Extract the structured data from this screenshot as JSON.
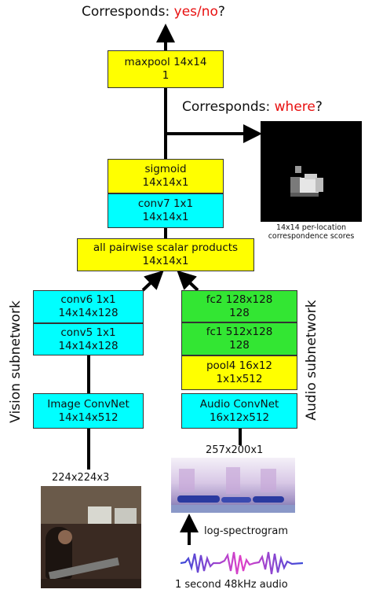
{
  "top_question": {
    "prefix": "Corresponds: ",
    "highlight": "yes/no",
    "suffix": "?"
  },
  "where_question": {
    "prefix": "Corresponds: ",
    "highlight": "where",
    "suffix": "?"
  },
  "colors": {
    "yellow": "#ffff00",
    "cyan": "#00ffff",
    "green": "#33e633",
    "highlight": "#e81010"
  },
  "fusion": {
    "maxpool": {
      "line1": "maxpool 14x14",
      "line2": "1"
    },
    "sigmoid": {
      "line1": "sigmoid",
      "line2": "14x14x1"
    },
    "conv7": {
      "line1": "conv7 1x1",
      "line2": "14x14x1"
    },
    "products": {
      "line1": "all pairwise scalar products",
      "line2": "14x14x1"
    }
  },
  "heatmap": {
    "caption_line1": "14x14 per-location",
    "caption_line2": "correspondence scores"
  },
  "vision": {
    "title": "Vision subnetwork",
    "conv6": {
      "line1": "conv6 1x1",
      "line2": "14x14x128"
    },
    "conv5": {
      "line1": "conv5 1x1",
      "line2": "14x14x128"
    },
    "convnet": {
      "line1": "Image ConvNet",
      "line2": "14x14x512"
    },
    "input_size": "224x224x3"
  },
  "audio": {
    "title": "Audio subnetwork",
    "fc2": {
      "line1": "fc2 128x128",
      "line2": "128"
    },
    "fc1": {
      "line1": "fc1 512x128",
      "line2": "128"
    },
    "pool4": {
      "line1": "pool4 16x12",
      "line2": "1x1x512"
    },
    "convnet": {
      "line1": "Audio ConvNet",
      "line2": "16x12x512"
    },
    "input_size": "257x200x1",
    "spectrogram_label": "log-spectrogram",
    "waveform_label": "1 second 48kHz audio"
  }
}
